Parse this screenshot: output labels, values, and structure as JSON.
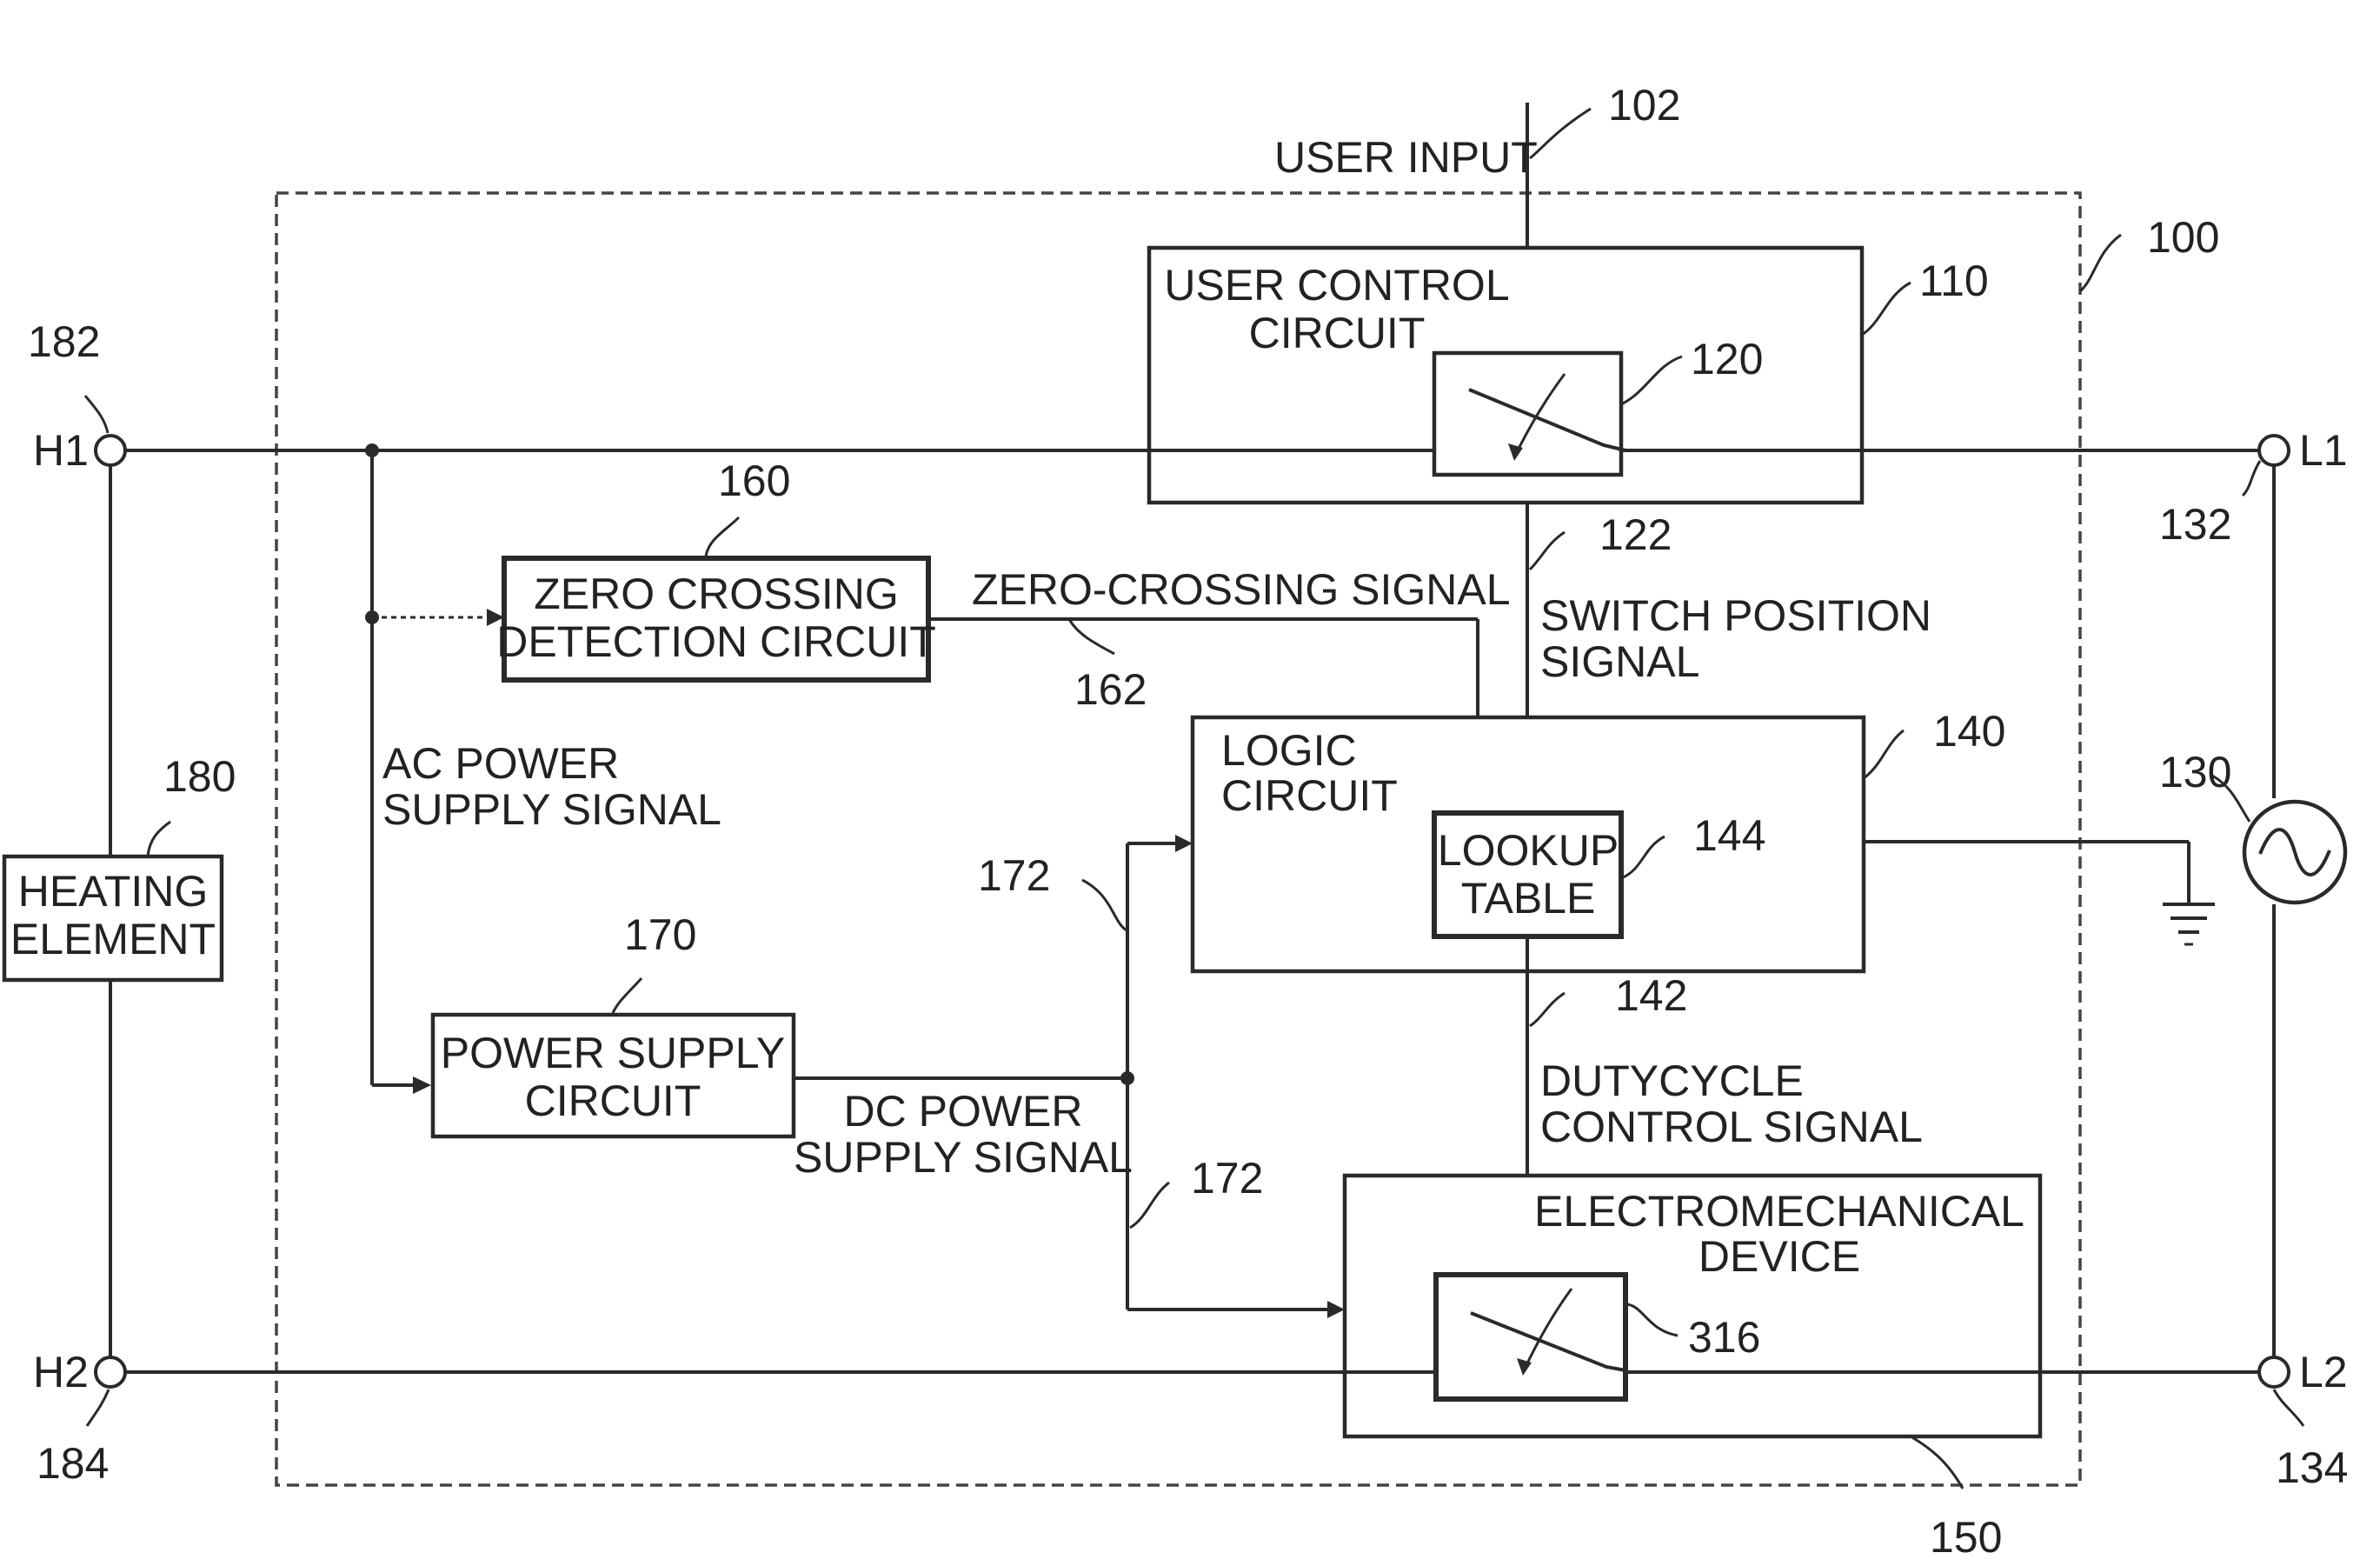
{
  "figure": {
    "system_ref": "100",
    "user_input": {
      "label": "USER INPUT",
      "ref": "102"
    },
    "user_control_circuit": {
      "label_line1": "USER CONTROL",
      "label_line2": "CIRCUIT",
      "ref": "110",
      "switch_ref": "120"
    },
    "switch_position_signal": {
      "label_line1": "SWITCH POSITION",
      "label_line2": "SIGNAL",
      "ref": "122"
    },
    "zero_crossing_circuit": {
      "label_line1": "ZERO CROSSING",
      "label_line2": "DETECTION CIRCUIT",
      "ref": "160"
    },
    "zero_crossing_signal": {
      "label": "ZERO-CROSSING SIGNAL",
      "ref": "162"
    },
    "logic_circuit": {
      "label_line1": "LOGIC",
      "label_line2": "CIRCUIT",
      "ref": "140"
    },
    "lookup_table": {
      "label_line1": "LOOKUP",
      "label_line2": "TABLE",
      "ref": "144"
    },
    "ac_power_supply_signal": {
      "label_line1": "AC POWER",
      "label_line2": "SUPPLY SIGNAL"
    },
    "power_supply_circuit": {
      "label_line1": "POWER SUPPLY",
      "label_line2": "CIRCUIT",
      "ref": "170"
    },
    "dc_power_supply_signal": {
      "label_line1": "DC POWER",
      "label_line2": "SUPPLY SIGNAL",
      "ref_upper": "172",
      "ref_lower": "172"
    },
    "dutycycle_control_signal": {
      "label_line1": "DUTYCYCLE",
      "label_line2": "CONTROL SIGNAL",
      "ref": "142"
    },
    "electromechanical_device": {
      "label_line1": "ELECTROMECHANICAL",
      "label_line2": "DEVICE",
      "ref": "150",
      "switch_ref": "316"
    },
    "heating_element": {
      "label_line1": "HEATING",
      "label_line2": "ELEMENT",
      "ref": "180"
    },
    "terminal_h1": {
      "label": "H1",
      "ref": "182"
    },
    "terminal_h2": {
      "label": "H2",
      "ref": "184"
    },
    "terminal_l1": {
      "label": "L1",
      "ref": "132"
    },
    "terminal_l2": {
      "label": "L2",
      "ref": "134"
    },
    "ac_source": {
      "ref": "130"
    }
  }
}
